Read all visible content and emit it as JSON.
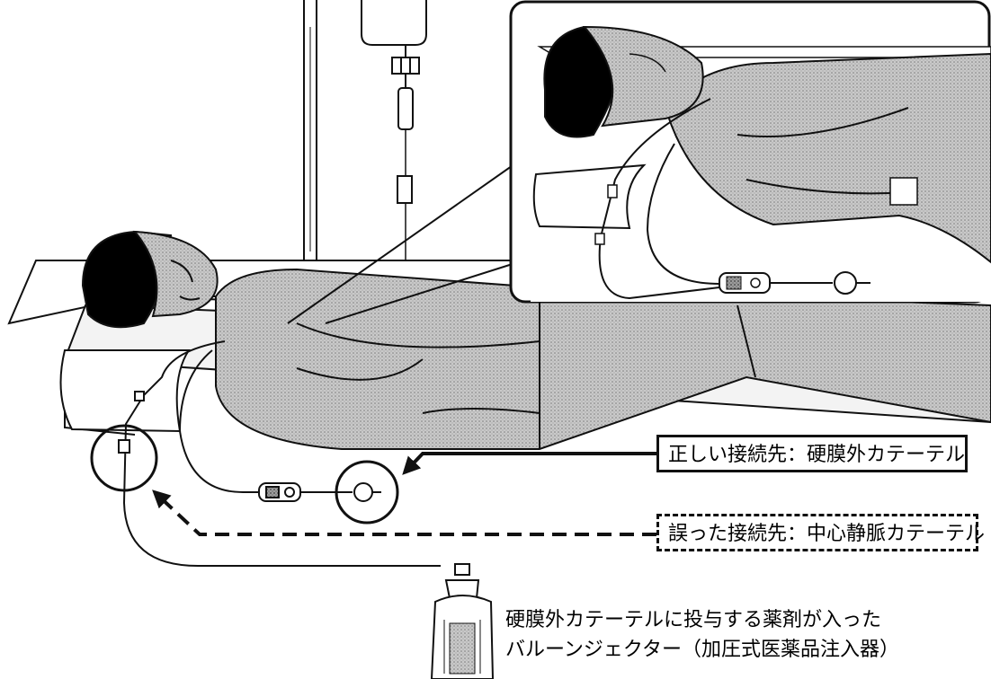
{
  "labels": {
    "correct_connection": "正しい接続先：硬膜外カテーテル",
    "wrong_connection": "誤った接続先：中心静脈カテーテル"
  },
  "caption": {
    "line1": "硬膜外カテーテルに投与する薬剤が入った",
    "line2": "バルーンジェクター（加圧式医薬品注入器）"
  },
  "colors": {
    "line": "#111111",
    "fill_gray": "#c7c7c7",
    "fill_dark": "#8a8a8a",
    "hair": "#000000",
    "background": "#ffffff"
  }
}
